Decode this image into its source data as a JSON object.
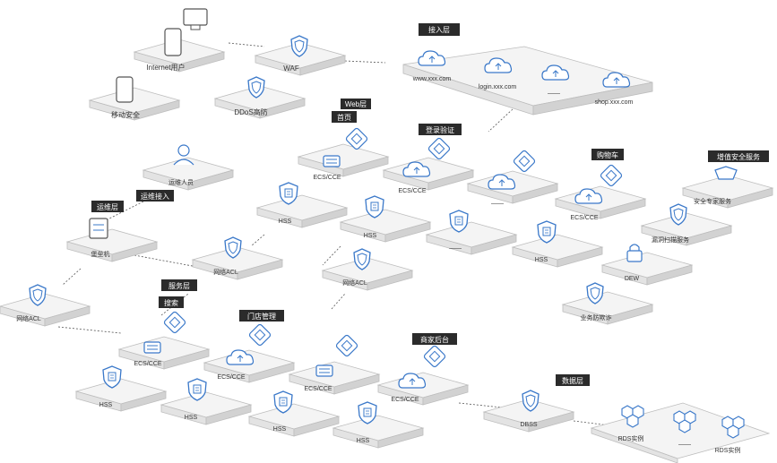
{
  "nodes": {
    "internet_users": "Internet用户",
    "waf": "WAF",
    "mobile_security": "移动安全",
    "ddos": "DDoS高防",
    "ops_staff": "运维人员",
    "bastion": "堡垒机",
    "network_acl_1": "网络ACL",
    "network_acl_2": "网络ACL",
    "network_acl_3": "网络ACL",
    "web_home_ecs": "ECS/CCE",
    "web_login_ecs": "ECS/CCE",
    "web_item3_ecs": "——",
    "web_cart_ecs": "ECS/CCE",
    "web_hss_1": "HSS",
    "web_hss_2": "HSS",
    "web_hss_3": "——",
    "web_hss_4": "HSS",
    "sec_expert": "安全专家服务",
    "vuln_scan": "漏洞扫描服务",
    "dew": "DEW",
    "anti_fraud": "业务防欺诈",
    "svc_search_ecs": "ECS/CCE",
    "svc_store_ecs": "ECS/CCE",
    "svc_item3_ecs": "ECS/CCE",
    "svc_merchant_ecs": "ECS/CCE",
    "svc_hss_1": "HSS",
    "svc_hss_2": "HSS",
    "svc_hss_3": "HSS",
    "svc_hss_4": "HSS",
    "dbss": "DBSS",
    "rds_1": "RDS实例",
    "rds_dash": "——",
    "rds_2": "RDS实例"
  },
  "access_sites": [
    "www.xxx.com",
    "login.xxx.com",
    "——",
    "shop.xxx.com"
  ],
  "tags": {
    "access_layer": "接入层",
    "web_layer": "Web层",
    "home": "首页",
    "login_verify": "登录验证",
    "cart": "购物车",
    "value_added": "增值安全服务",
    "ops_layer": "运维层",
    "ops_access": "运维接入",
    "service_layer": "服务层",
    "search": "搜索",
    "store_mgmt": "门店管理",
    "merchant_backend": "商家后台",
    "data_layer": "数据层"
  },
  "colors": {
    "accent": "#3a78c9",
    "tag_bg": "#2b2b2b",
    "slab_top": "#f3f3f3",
    "slab_side": "#d6d6d6"
  }
}
